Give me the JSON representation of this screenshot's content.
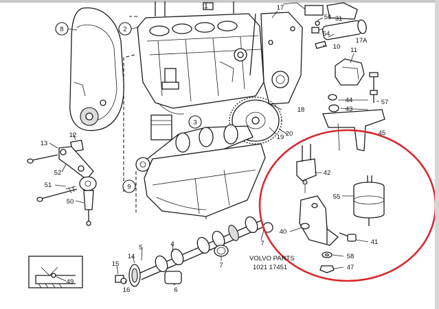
{
  "diagram": {
    "caption_brand": "VOLVO PARTS",
    "caption_code": "1021 17451",
    "highlight_color": "#d9272e",
    "callouts": [
      {
        "key": "p8",
        "label": "8",
        "circled": true
      },
      {
        "key": "p2",
        "label": "2",
        "circled": true
      },
      {
        "key": "p3",
        "label": "3",
        "circled": true
      },
      {
        "key": "p9",
        "label": "9",
        "circled": true
      },
      {
        "key": "p1",
        "label": "1",
        "circled": false
      },
      {
        "key": "p17",
        "label": "17",
        "circled": false
      },
      {
        "key": "p56",
        "label": "56",
        "circled": false
      },
      {
        "key": "p54",
        "label": "54",
        "circled": false
      },
      {
        "key": "p31",
        "label": "31",
        "circled": false
      },
      {
        "key": "p17a",
        "label": "17A",
        "circled": false
      },
      {
        "key": "p10",
        "label": "10",
        "circled": false
      },
      {
        "key": "p11",
        "label": "11",
        "circled": false
      },
      {
        "key": "p44",
        "label": "44",
        "circled": false
      },
      {
        "key": "p43",
        "label": "43",
        "circled": false
      },
      {
        "key": "p57",
        "label": "57",
        "circled": false
      },
      {
        "key": "p18",
        "label": "18",
        "circled": false
      },
      {
        "key": "p19",
        "label": "19",
        "circled": false
      },
      {
        "key": "p20",
        "label": "20",
        "circled": false
      },
      {
        "key": "p45",
        "label": "45",
        "circled": false
      },
      {
        "key": "p12",
        "label": "12",
        "circled": false
      },
      {
        "key": "p13",
        "label": "13",
        "circled": false
      },
      {
        "key": "p52",
        "label": "52",
        "circled": false
      },
      {
        "key": "p51",
        "label": "51",
        "circled": false
      },
      {
        "key": "p50",
        "label": "50",
        "circled": false
      },
      {
        "key": "p42",
        "label": "42",
        "circled": false
      },
      {
        "key": "p55",
        "label": "55",
        "circled": false
      },
      {
        "key": "p40",
        "label": "40",
        "circled": false
      },
      {
        "key": "p41",
        "label": "41",
        "circled": false
      },
      {
        "key": "p58",
        "label": "58",
        "circled": false
      },
      {
        "key": "p47",
        "label": "47",
        "circled": false
      },
      {
        "key": "p7a",
        "label": "7",
        "circled": false
      },
      {
        "key": "p7b",
        "label": "7",
        "circled": false
      },
      {
        "key": "p5",
        "label": "5",
        "circled": false
      },
      {
        "key": "p14",
        "label": "14",
        "circled": false
      },
      {
        "key": "p4",
        "label": "4",
        "circled": false
      },
      {
        "key": "p15",
        "label": "15",
        "circled": false
      },
      {
        "key": "p16",
        "label": "16",
        "circled": false
      },
      {
        "key": "p6",
        "label": "6",
        "circled": false
      },
      {
        "key": "p49",
        "label": "49",
        "circled": false
      }
    ]
  }
}
